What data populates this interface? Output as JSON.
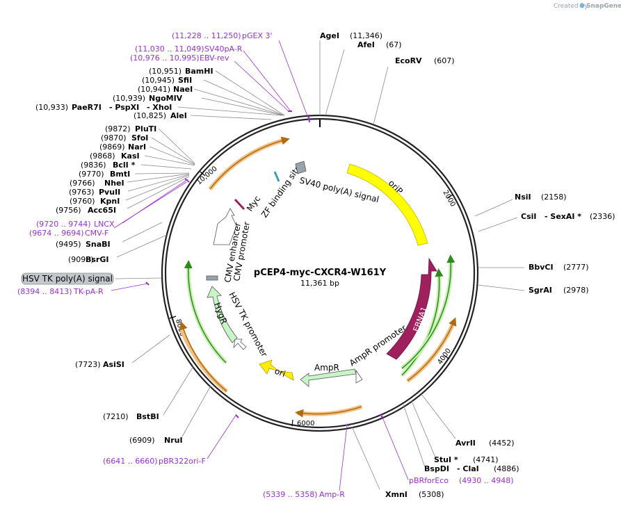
{
  "plasmid": {
    "name": "pCEP4-myc-CXCR4-W161Y",
    "length_label": "11,361 bp",
    "credit": "Created by",
    "credit_brand": "SnapGene"
  },
  "ticks": {
    "t10000": "10,000",
    "t2000": "2000",
    "t4000": "4000",
    "t6000": "6000",
    "t8000": "8000"
  },
  "features": {
    "orip": "oriP",
    "ebna1": "EBNA1",
    "sv40": "SV40 poly(A) signal",
    "zf": "ZF binding site",
    "myc": "Myc",
    "cmv_enh": "CMV enhancer",
    "cmv_prom": "CMV promoter",
    "hygr": "HygR",
    "hsvtk_prom": "HSV TK promoter",
    "ori": "ori",
    "ampr": "AmpR",
    "ampr_prom": "AmpR promoter",
    "hsvtk_polya": "HSV TK poly(A) signal"
  },
  "sites": {
    "agei": {
      "pos": "(11,346)",
      "name": "AgeI"
    },
    "afei": {
      "pos": "(67)",
      "name": "AfeI"
    },
    "ecorv": {
      "pos": "(607)",
      "name": "EcoRV"
    },
    "nsii": {
      "pos": "(2158)",
      "name": "NsiI"
    },
    "csii": {
      "pos": "(2336)",
      "name": "CsiI",
      "name2": "- SexAI *"
    },
    "bbvci": {
      "pos": "(2777)",
      "name": "BbvCI"
    },
    "sgrai": {
      "pos": "(2978)",
      "name": "SgrAI"
    },
    "avrii": {
      "pos": "(4452)",
      "name": "AvrII"
    },
    "stui": {
      "pos": "(4741)",
      "name": "StuI *"
    },
    "bspdi": {
      "pos": "(4886)",
      "name": "BspDI",
      "name2": "- ClaI"
    },
    "xmni": {
      "pos": "(5308)",
      "name": "XmnI"
    },
    "nrui": {
      "pos": "(6909)",
      "name": "NruI"
    },
    "bstbi": {
      "pos": "(7210)",
      "name": "BstBI"
    },
    "asisi": {
      "pos": "(7723)",
      "name": "AsiSI"
    },
    "bsrgi": {
      "pos": "(9098)",
      "name": "BsrGI"
    },
    "snabi": {
      "pos": "(9495)",
      "name": "SnaBI"
    },
    "acc65i": {
      "pos": "(9756)",
      "name": "Acc65I"
    },
    "kpni": {
      "pos": "(9760)",
      "name": "KpnI"
    },
    "pvuii": {
      "pos": "(9763)",
      "name": "PvuII"
    },
    "nhei": {
      "pos": "(9766)",
      "name": "NheI"
    },
    "bmti": {
      "pos": "(9770)",
      "name": "BmtI"
    },
    "bcli": {
      "pos": "(9836)",
      "name": "BclI *"
    },
    "kasi": {
      "pos": "(9868)",
      "name": "KasI"
    },
    "nari": {
      "pos": "(9869)",
      "name": "NarI"
    },
    "sfoi": {
      "pos": "(9870)",
      "name": "SfoI"
    },
    "pluti": {
      "pos": "(9872)",
      "name": "PluTI"
    },
    "alei": {
      "pos": "(10,825)",
      "name": "AleI"
    },
    "paer7i": {
      "pos": "(10,933)",
      "name": "PaeR7I",
      "name2": "- PspXI",
      "name3": "- XhoI"
    },
    "ngomiv": {
      "pos": "(10,939)",
      "name": "NgoMIV"
    },
    "naei": {
      "pos": "(10,941)",
      "name": "NaeI"
    },
    "sfii": {
      "pos": "(10,945)",
      "name": "SfiI"
    },
    "bamhi": {
      "pos": "(10,951)",
      "name": "BamHI"
    }
  },
  "primers": {
    "pgex3": {
      "range": "(11,228 .. 11,250)",
      "name": "pGEX 3'"
    },
    "sv40par": {
      "range": "(11,030 .. 11,049)",
      "name": "SV40pA-R"
    },
    "ebvrev": {
      "range": "(10,976 .. 10,995)",
      "name": "EBV-rev"
    },
    "lncx": {
      "range": "(9720 .. 9744)",
      "name": "LNCX"
    },
    "cmvf": {
      "range": "(9674 .. 9694)",
      "name": "CMV-F"
    },
    "tkpar": {
      "range": "(8394 .. 8413)",
      "name": "TK-pA-R"
    },
    "pbr322": {
      "range": "(6641 .. 6660)",
      "name": "pBR322ori-F"
    },
    "ampr": {
      "range": "(5339 .. 5358)",
      "name": "Amp-R"
    },
    "pbrfor": {
      "range": "(4930 .. 4948)",
      "name": "pBRforEco"
    }
  },
  "colors": {
    "backbone": "#222222",
    "primer": "#9a2fd6",
    "orip": "#ffff00",
    "ebna1": "#a0205e",
    "hygr": "#c8f5c8",
    "ori": "#ffee00",
    "ampr": "#c8f5c8",
    "orange_arc": "#f0a040",
    "green_arc": "#6fcf50"
  }
}
